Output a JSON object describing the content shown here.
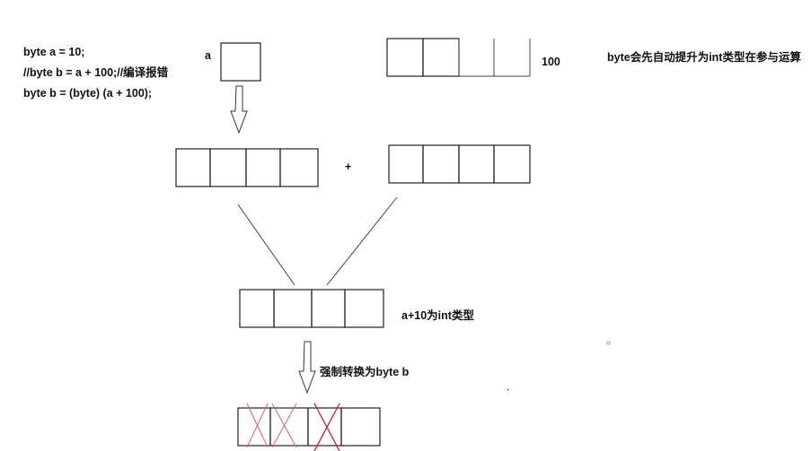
{
  "code_lines": [
    "byte a = 10;",
    "//byte b = a + 100;//编译报错",
    "byte b = (byte) (a + 100);"
  ],
  "label_a": "a",
  "label_100": "100",
  "note_promote": "byte会先自动提升为int类型在参与运算",
  "plus_sign": "+",
  "label_result": "a+10为int类型",
  "label_cast": "强制转换为byte b",
  "colors": {
    "stroke": "#222222",
    "cross": "#c81e2a"
  }
}
